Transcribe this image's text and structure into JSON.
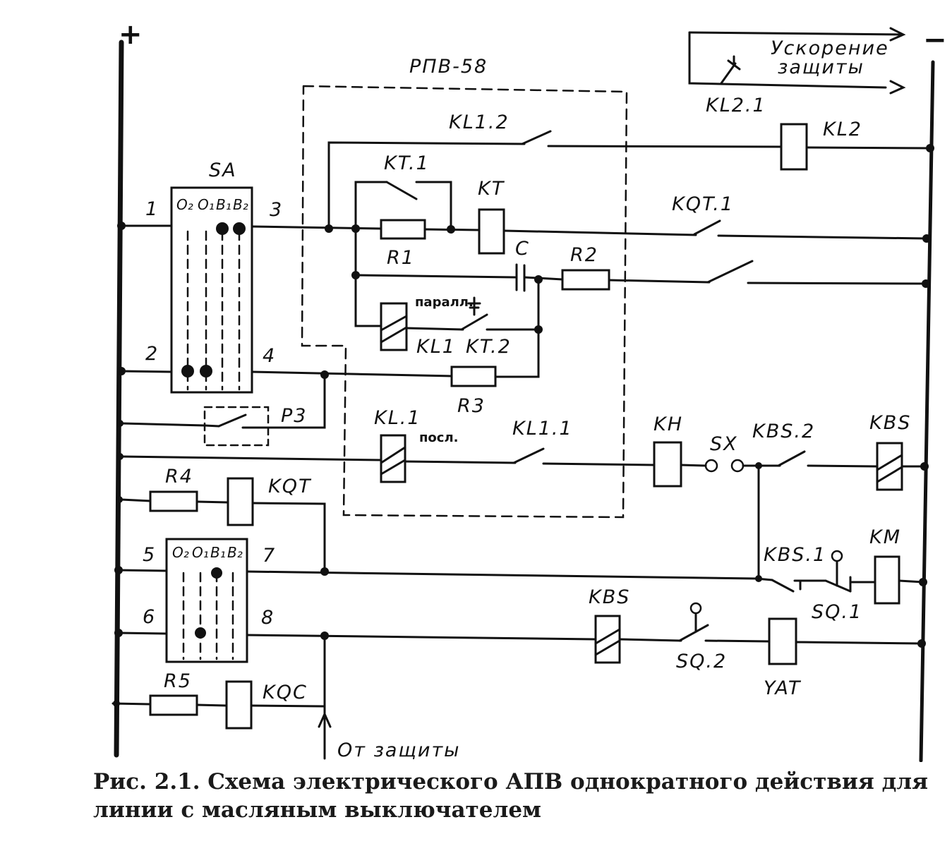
{
  "bus": {
    "plus": "+",
    "minus": "−"
  },
  "block_title": "РПВ-58",
  "acceleration": {
    "line1": "Ускорение",
    "line2": "защиты"
  },
  "switch_sa": {
    "name": "SA",
    "positions": [
      "O₂",
      "O₁",
      "B₁",
      "B₂"
    ],
    "terminals": [
      "1",
      "2",
      "3",
      "4"
    ]
  },
  "switch_2": {
    "positions": [
      "O₂",
      "O₁",
      "B₁",
      "B₂"
    ],
    "terminals": [
      "5",
      "6",
      "7",
      "8"
    ]
  },
  "components": {
    "KL2_1": "KL2.1",
    "KL1_2": "KL1.2",
    "KL2": "KL2",
    "KT1": "KT.1",
    "KT": "KT",
    "KQT1": "KQT.1",
    "R1": "R1",
    "C": "C",
    "R2": "R2",
    "KL1_coil": "KL1",
    "KT2": "KT.2",
    "R3": "R3",
    "P3": "P3",
    "KL1_seq": "KL.1",
    "KL1_1": "KL1.1",
    "KH": "KH",
    "SX": "SX",
    "KBS2": "KBS.2",
    "KBS_top": "KBS",
    "R4": "R4",
    "KQT": "KQT",
    "KBS1": "KBS.1",
    "KM": "KM",
    "SQ1": "SQ.1",
    "KBS_bottom": "KBS",
    "SQ2": "SQ.2",
    "YAT": "YAT",
    "R5": "R5",
    "KQC": "KQC"
  },
  "handwritten": {
    "parallel": "паралл.",
    "series": "посл."
  },
  "from_protection": "От защиты",
  "caption": "Рис. 2.1. Схема электрического АПВ однократного действия для линии с масляным выключателем"
}
